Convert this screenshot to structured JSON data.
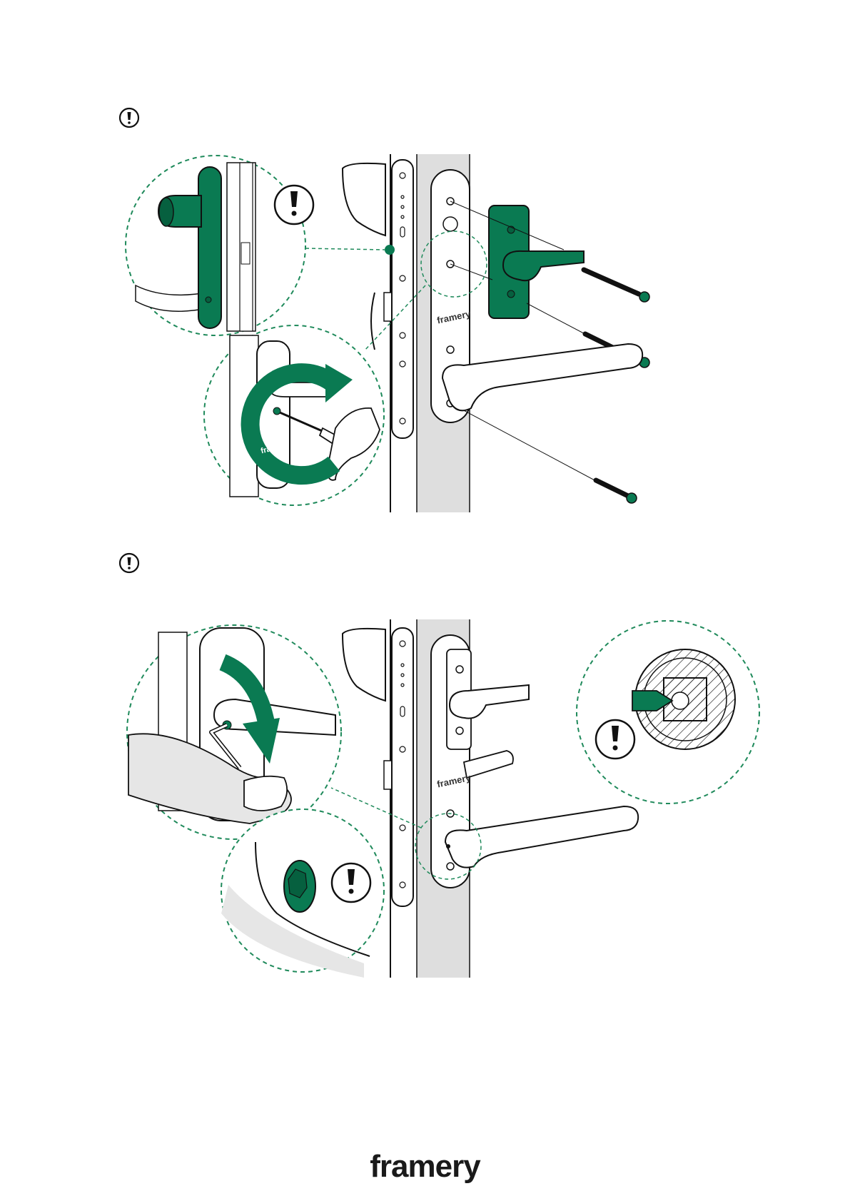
{
  "steps": [
    {
      "id": "step-1",
      "warning_icon": "exclamation-circle-icon"
    },
    {
      "id": "step-2",
      "warning_icon": "exclamation-circle-icon"
    }
  ],
  "illustrations": {
    "step1": {
      "description_icons": [
        "door-handle-assembly",
        "screwdriver",
        "rotate-arrow-icon",
        "magnifier-callout"
      ],
      "plate_brand_text": "framery"
    },
    "step2": {
      "description_icons": [
        "door-handle-assembly",
        "allen-key",
        "down-arrow-icon",
        "magnifier-callout"
      ],
      "plate_brand_text": "framery"
    }
  },
  "colors": {
    "accent": "#0a7a52",
    "accent_dark": "#06603f",
    "line": "#111111",
    "door_gray": "#dedede",
    "callout_dash": "#1f8a5b"
  },
  "footer": {
    "brand": "framery"
  }
}
